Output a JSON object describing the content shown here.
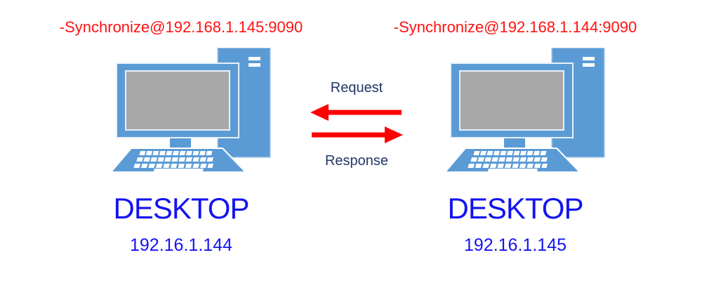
{
  "diagram": {
    "left_node": {
      "sync_label": "-Synchronize@192.168.1.145:9090",
      "name": "DESKTOP",
      "ip": "192.16.1.144",
      "icon": "desktop-computer-icon"
    },
    "right_node": {
      "sync_label": "-Synchronize@192.168.1.144:9090",
      "name": "DESKTOP",
      "ip": "192.16.1.145",
      "icon": "desktop-computer-icon"
    },
    "exchange": {
      "request_label": "Request",
      "request_arrow_direction": "right-to-left",
      "response_label": "Response",
      "response_arrow_direction": "left-to-right"
    },
    "colors": {
      "sync_label_red": "#FF1212",
      "arrow_red": "#FF0000",
      "exchange_label_navy": "#1F3864",
      "node_text_blue": "#1414F0",
      "computer_body_blue": "#5B9BD5",
      "screen_gray": "#A8A8A8",
      "background": "#FFFFFF"
    }
  }
}
